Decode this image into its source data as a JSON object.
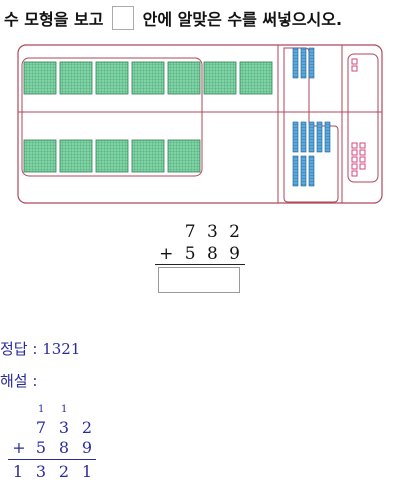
{
  "question": {
    "prefix": "수 모형을 보고",
    "suffix": "안에 알맞은 수를 써넣으시오."
  },
  "problem": {
    "top": "7 3 2",
    "operator": "+",
    "bottom": "5 8 9"
  },
  "model": {
    "row1": {
      "hundreds": 7,
      "tens": 3,
      "ones": 2
    },
    "row2": {
      "hundreds": 5,
      "tens": 8,
      "ones": 9
    },
    "colors": {
      "hundreds": "#5fbf8c",
      "tens": "#3a8fc9",
      "ones": "#d4467c",
      "frame": "#b0465a"
    }
  },
  "answer": {
    "label": "정답 :",
    "value": "1321"
  },
  "explanation": {
    "label": "해설 :",
    "carry": [
      "1",
      "1"
    ],
    "top": [
      "7",
      "3",
      "2"
    ],
    "operator": "+",
    "bottom": [
      "5",
      "8",
      "9"
    ],
    "result": [
      "1",
      "3",
      "2",
      "1"
    ]
  }
}
